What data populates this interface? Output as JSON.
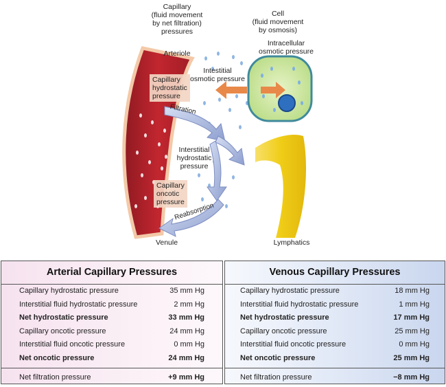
{
  "diagram": {
    "capillary_heading": "Capillary\n(fluid movement\nby net filtration)\npressures",
    "cell_heading": "Cell\n(fluid movement\nby osmosis)",
    "arteriole": "Arteriole",
    "intracellular": "Intracellular\nosmotic pressure",
    "interstitial_osmotic": "Intestitial\nosmotic pressure",
    "capillary_hydrostatic": "Capillary\nhydrostatic\npressure",
    "filtration": "Filtration",
    "interstitial_hydrostatic": "Interstitial\nhydrostatic\npressure",
    "capillary_oncotic": "Capillary\noncotic\npressure",
    "reabsorption": "Reabsorption",
    "venule": "Venule",
    "lymphatics": "Lymphatics",
    "colors": {
      "blood": "#b3202a",
      "arrow": "#aebbe0",
      "lymph": "#f2d21e",
      "cell": "#cfe7a4",
      "nucleus": "#2f6fc0",
      "osmotic_arrow": "#e8894a"
    }
  },
  "arterial": {
    "title": "Arterial Capillary Pressures",
    "rows": [
      {
        "label": "Capillary hydrostatic pressure",
        "value": "35 mm Hg",
        "bold": false
      },
      {
        "label": "Interstitial fluid hydrostatic pressure",
        "value": "2 mm Hg",
        "bold": false
      },
      {
        "label": "Net hydrostatic pressure",
        "value": "33 mm Hg",
        "bold": true
      },
      {
        "label": "Capillary oncotic pressure",
        "value": "24 mm Hg",
        "bold": false
      },
      {
        "label": "Interstitial fluid oncotic pressure",
        "value": "0 mm Hg",
        "bold": false
      },
      {
        "label": "Net oncotic pressure",
        "value": "24 mm Hg",
        "bold": true
      }
    ],
    "total": {
      "label": "Net filtration pressure",
      "value": "+9 mm Hg"
    }
  },
  "venous": {
    "title": "Venous Capillary Pressures",
    "rows": [
      {
        "label": "Capillary hydrostatic pressure",
        "value": "18 mm Hg",
        "bold": false
      },
      {
        "label": "Interstitial fluid hydrostatic pressure",
        "value": "1 mm Hg",
        "bold": false
      },
      {
        "label": "Net hydrostatic pressure",
        "value": "17 mm Hg",
        "bold": true
      },
      {
        "label": "Capillary oncotic pressure",
        "value": "25 mm Hg",
        "bold": false
      },
      {
        "label": "Interstitial fluid oncotic pressure",
        "value": "0 mm Hg",
        "bold": false
      },
      {
        "label": "Net oncotic pressure",
        "value": "25 mm Hg",
        "bold": true
      }
    ],
    "total": {
      "label": "Net filtration pressure",
      "value": "−8 mm Hg"
    }
  }
}
